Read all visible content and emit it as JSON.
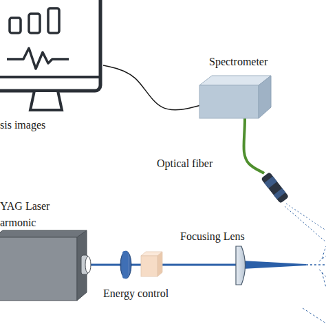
{
  "diagram": {
    "nodes": [
      {
        "text": [
          "sis images"
        ]
      },
      {
        "text": [
          "Spectrometer"
        ]
      },
      {
        "text": [
          "YAG Laser",
          "armonic"
        ]
      }
    ],
    "edges": [
      {
        "from": 0,
        "to": 1,
        "arrow": "none"
      }
    ],
    "labels": [
      "Optical fiber",
      "Focusing Lens",
      "Energy control"
    ]
  }
}
